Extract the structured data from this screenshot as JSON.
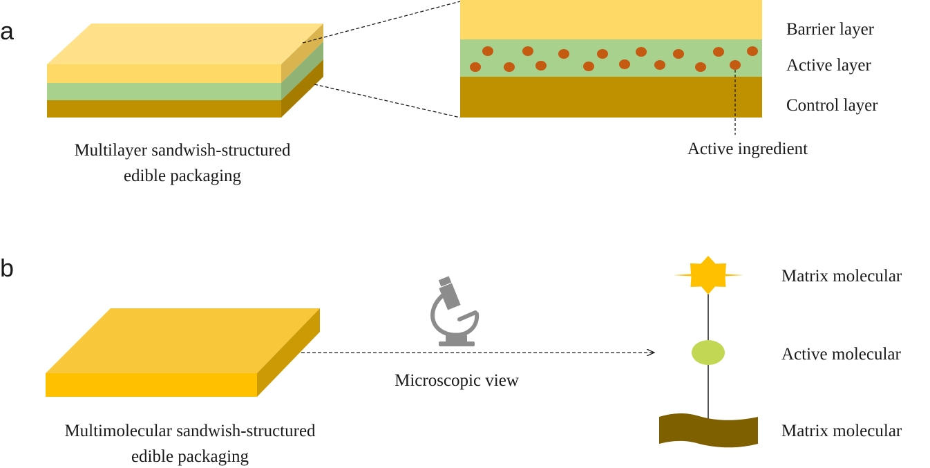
{
  "panel_a": {
    "letter": "a",
    "caption_line1": "Multilayer sandwish-structured",
    "caption_line2": "edible packaging",
    "layer_labels": {
      "barrier": "Barrier layer",
      "active": "Active layer",
      "control": "Control layer"
    },
    "ingredient_label": "Active ingredient"
  },
  "panel_b": {
    "letter": "b",
    "caption_line1": "Multimolecular sandwish-structured",
    "caption_line2": "edible packaging",
    "arrow_label": "Microscopic view",
    "molecule_labels": {
      "top": "Matrix molecular",
      "middle": "Active molecular",
      "bottom": "Matrix molecular"
    }
  },
  "colors": {
    "barrier": "#FFD966",
    "barrier_top": "#FFE18A",
    "active": "#A9D18E",
    "control": "#BF9000",
    "ingredient_dot": "#C55A11",
    "slab_front": "#FFC000",
    "slab_top": "#F8C73A",
    "slab_side": "#CB9A04",
    "star": "#FFC000",
    "active_molecule": "#C2D854",
    "wave": "#7F6000",
    "microscope": "#8C8C8C"
  },
  "icons": [
    "microscope-icon",
    "star-molecule-icon",
    "ellipse-molecule-icon",
    "wave-molecule-icon"
  ]
}
